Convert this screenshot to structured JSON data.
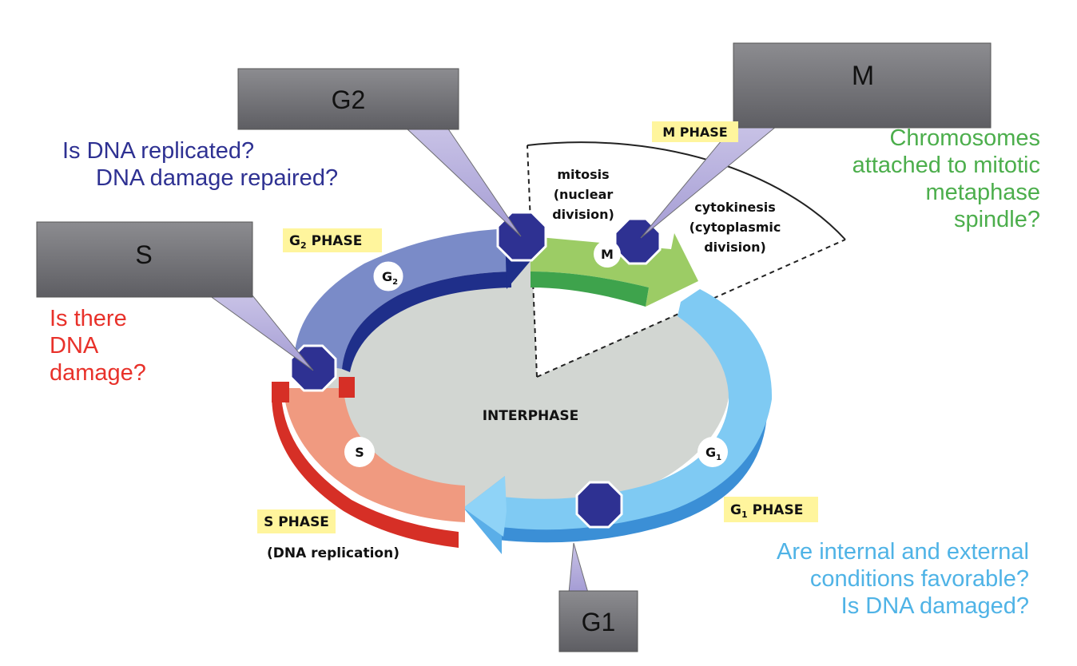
{
  "callouts": {
    "g2": "G2",
    "m": "M",
    "s": "S",
    "g1": "G1"
  },
  "phase_labels": {
    "m_phase": "M PHASE",
    "g2_phase": "PHASE",
    "s_phase": "S PHASE",
    "s_phase_sub": "(DNA replication)",
    "g1_phase": "PHASE",
    "interphase": "INTERPHASE"
  },
  "m_phase_parts": {
    "mitosis": [
      "mitosis",
      "(nuclear",
      "division)"
    ],
    "cytokinesis": [
      "cytokinesis",
      "(cytoplasmic",
      "division)"
    ]
  },
  "cycle_markers": {
    "m": "M",
    "s": "S",
    "g_letter": "G",
    "sub2": "2",
    "sub1": "1"
  },
  "questions": {
    "g2": [
      "Is DNA replicated?",
      "DNA damage repaired?"
    ],
    "m": [
      "Chromosomes",
      "attached to mitotic",
      "metaphase",
      "spindle?"
    ],
    "s": [
      "Is there",
      "DNA",
      "damage?"
    ],
    "g1": [
      "Are internal and external",
      "conditions favorable?",
      "Is DNA damaged?"
    ]
  },
  "colors": {
    "g2_question": "#2e3192",
    "m_question": "#4cae4c",
    "s_question": "#e8312a",
    "g1_question": "#4fb3e6",
    "checkpoint": "#2e3192",
    "label_highlight": "#fff59d"
  }
}
